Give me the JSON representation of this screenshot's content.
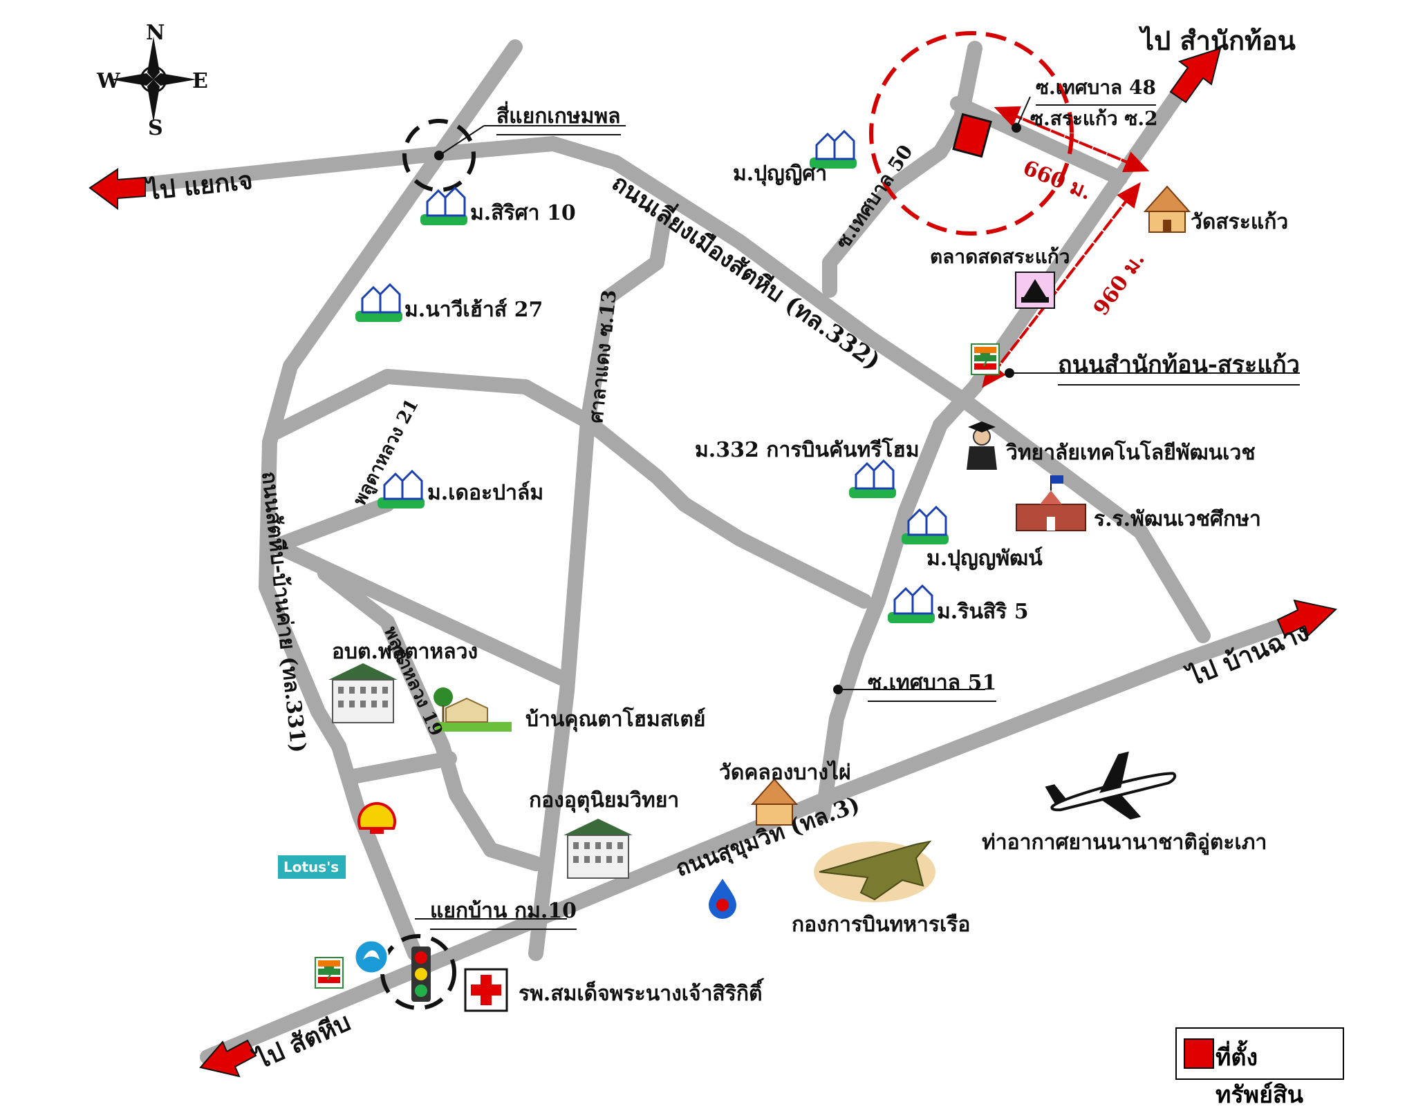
{
  "compass": {
    "n": "N",
    "s": "S",
    "e": "E",
    "w": "W"
  },
  "directions": {
    "to_samnak_thon": "ไป สำนักท้อน",
    "to_yaek_j": "ไป แยกเจ",
    "to_ban_chang": "ไป บ้านฉาง",
    "to_sattahip": "ไป สัตหีบ"
  },
  "junctions": {
    "kasetphon": "สี่แยกเกษมพล",
    "ban_km10": "แยกบ้าน กม.10"
  },
  "roads": {
    "bypass_332": "ถนนเลี่ยงเมืองสัตหีบ (ทล.332)",
    "samnakthon_srakaew": "ถนนสำนักท้อน-สระแก้ว",
    "thetsaban48": "ซ.เทศบาล 48",
    "srakaew2": "ซ.สระแก้ว ซ.2",
    "thetsaban50": "ซ.เทศบาล 50",
    "thetsaban51": "ซ.เทศบาล 51",
    "satadaeng13": "ศาลาแดง ซ.13",
    "phluta21": "พลูตาหลวง 21",
    "phluta19": "พลูตาหลวง 19",
    "road_331": "ถนนสัตหีบ-บ้านค่าย (ทล.331)",
    "sukhumvit": "ถนนสุขุมวิท (ทล.3)"
  },
  "distances": {
    "d660": "660 ม.",
    "d960": "960 ม."
  },
  "places": {
    "punyisa": "ม.ปุญญิศา",
    "sirisa10": "ม.สิริศา 10",
    "navyhouse27": "ม.นาวีเฮ้าส์ 27",
    "thepalm": "ม.เดอะปาล์ม",
    "m332": "ม.332 การบินคันทรีโฮม",
    "punyapat": "ม.ปุญญพัฒน์",
    "rinsiri5": "ม.รินสิริ 5",
    "wat_srakaew": "วัดสระแก้ว",
    "talat_srakaew": "ตลาดสดสระแก้ว",
    "college": "วิทยาลัยเทคโนโลยีพัฒนเวช",
    "school": "ร.ร.พัฒนเวชศึกษา",
    "obt": "อบต.พลูตาหลวง",
    "homestay": "บ้านคุณตาโฮมสเตย์",
    "wat_khlong": "วัดคลองบางไผ่",
    "kong_udom": "กองอุตุนิยมวิทยา",
    "airport": "ท่าอากาศยานนานาชาติอู่ตะเภา",
    "navy_aviation": "กองการบินทหารเรือ",
    "hospital": "รพ.สมเด็จพระนางเจ้าสิริกิติ์",
    "lotus": "Lotus's"
  },
  "legend": {
    "label": "ที่ตั้งทรัพย์สิน"
  },
  "colors": {
    "road": "#a8a8a8",
    "arrow": "#e00000",
    "dash": "#d40000",
    "house_green": "#22b04a"
  }
}
